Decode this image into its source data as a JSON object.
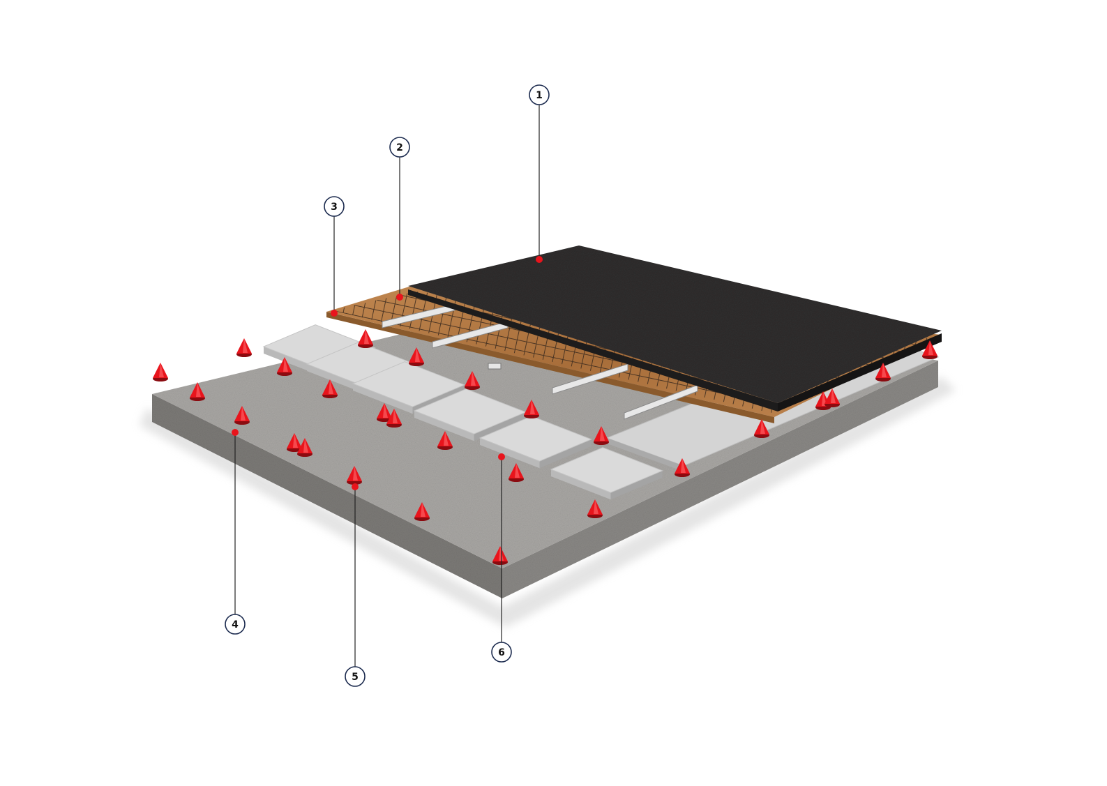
{
  "diagram": {
    "callouts": [
      {
        "label": "1"
      },
      {
        "label": "2"
      },
      {
        "label": "3"
      },
      {
        "label": "4"
      },
      {
        "label": "5"
      },
      {
        "label": "6"
      }
    ],
    "colors": {
      "concrete": "#a9a7a4",
      "concrete_side": "#7c7a77",
      "board": "#dadada",
      "plywood": "#b47a44",
      "mesh": "#3a2a1e",
      "membrane": "#2f2e2e",
      "marker": "#e8141c",
      "callout_stroke": "#1b2a4e"
    }
  }
}
